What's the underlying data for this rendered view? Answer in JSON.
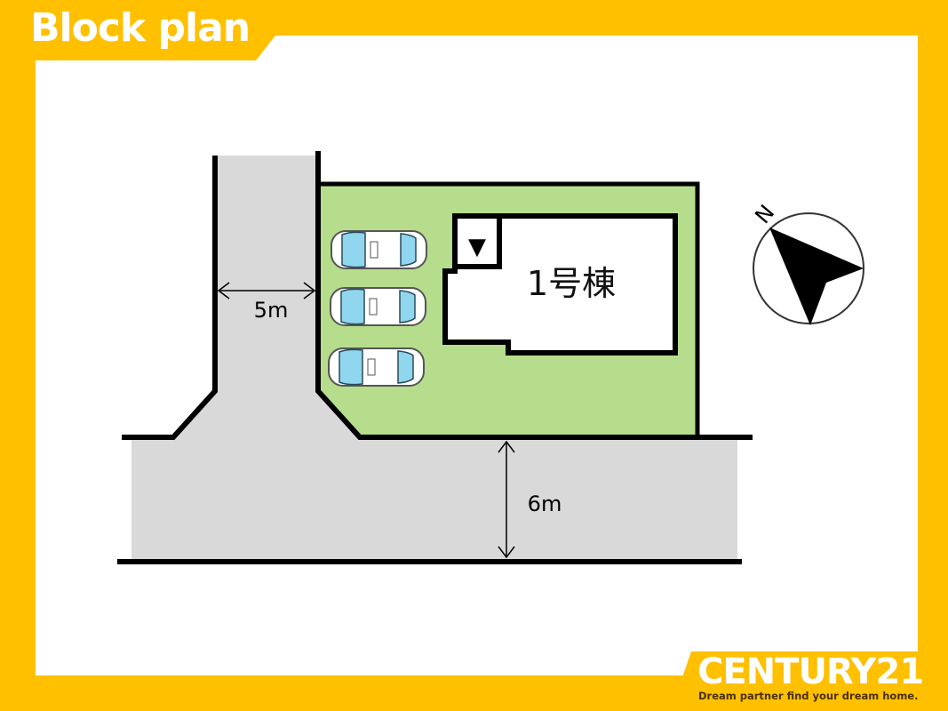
{
  "header": {
    "title": "Block plan"
  },
  "plan": {
    "building_label": "1号棟",
    "side_road_width": "5m",
    "front_road_width": "6m",
    "compass_label": "N",
    "parking_spaces": 3,
    "entrance_symbol": "▼"
  },
  "footer": {
    "brand": "CENTURY21",
    "tagline": "Dream partner find your dream home."
  },
  "colors": {
    "frame": "#FFC000",
    "lot": "#B5DD8B",
    "road": "#D9D9D9",
    "glass": "#8FD6EE"
  }
}
